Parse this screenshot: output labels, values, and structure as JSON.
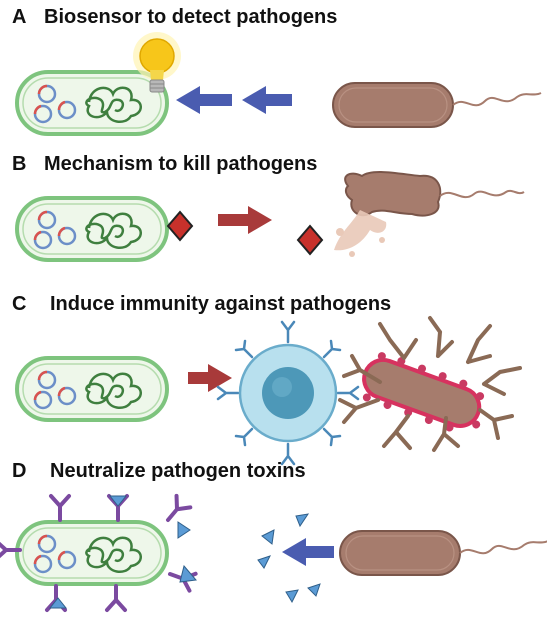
{
  "panels": [
    {
      "letter": "A",
      "title": "Biosensor to detect pathogens"
    },
    {
      "letter": "B",
      "title": "Mechanism to kill pathogens"
    },
    {
      "letter": "C",
      "title": "Induce immunity against pathogens"
    },
    {
      "letter": "D",
      "title": "Neutralize pathogen toxins"
    }
  ],
  "colors": {
    "bacterium_membrane": "#7ec47e",
    "bacterium_fill": "#eef7ea",
    "dna": "#3f7f3f",
    "plasmid_blue": "#6c8fc8",
    "plasmid_red": "#d9534f",
    "pathogen": "#a67c6d",
    "pathogen_edge": "#7a564a",
    "arrow_blue": "#4a5cb0",
    "arrow_red": "#a83a3a",
    "diamond": "#c8312b",
    "immune_cell": "#9fd3e6",
    "antibody_brown": "#8a6a55",
    "antibody_purple": "#7b4aa0",
    "toxin": "#5b9bd5",
    "bulb": "#f7c61a"
  },
  "icons": [
    "lightbulb-icon",
    "engineered-bacterium",
    "pathogen-bacterium",
    "antibody-icon",
    "toxin-icon",
    "immune-cell-icon"
  ]
}
